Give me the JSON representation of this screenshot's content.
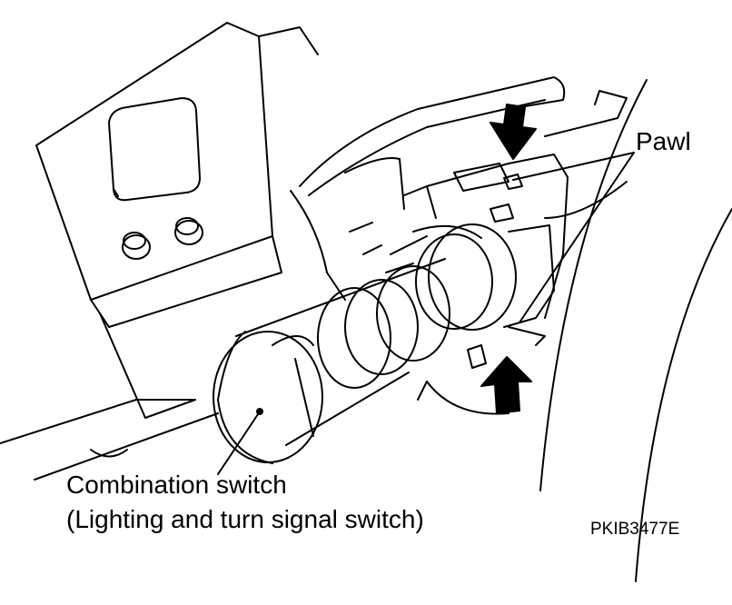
{
  "labels": {
    "pawl": "Pawl",
    "combination_switch_line1": "Combination switch",
    "combination_switch_line2": "(Lighting and turn signal switch)",
    "figure_code": "PKIB3477E"
  },
  "colors": {
    "ink": "#000000",
    "paper": "#ffffff"
  },
  "icons": {
    "arrow_top": "arrow-down-icon",
    "arrow_bottom": "arrow-up-icon"
  }
}
